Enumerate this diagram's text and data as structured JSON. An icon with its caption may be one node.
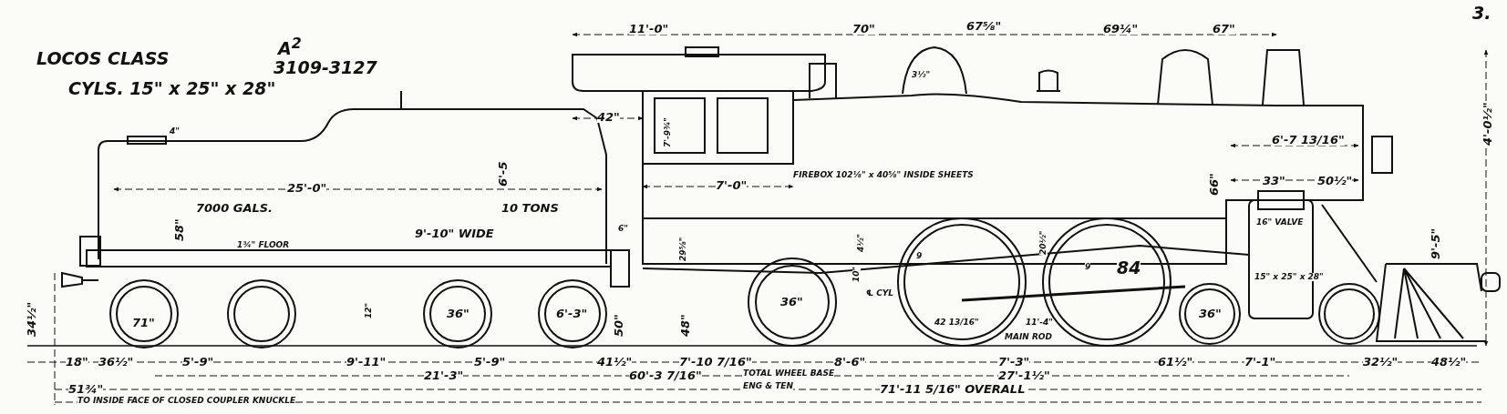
{
  "diagram": {
    "labels": [
      "LOCOS CLASS",
      "A$^{2}$",
      "3109-3127",
      "CYLS. 15\" x 25\" x 28\"",
      "3.",
      "11'-0\"",
      "70\"",
      "67⅝\"",
      "69¼\"",
      "67\"",
      "3½\"",
      "42\"",
      "7'-9¾\"",
      "4\"",
      "6'-5",
      "25'-0\"",
      "7000 GALS.",
      "10 TONS",
      "FIREBOX 102⅛\" x 40⅝\" INSIDE SHEETS",
      "7'-0\"",
      "6'-7 13/16\"",
      "66\"",
      "33\"",
      "50½\"",
      "4'-0½\"",
      "9'-5\"",
      "58\"",
      "9'-10\" WIDE",
      "1¾\" FLOOR",
      "6\"",
      "29⅝\"",
      "4½\"",
      "10\"",
      "20½\"",
      "9",
      "9",
      "℄ CYL",
      "16\" VALVE",
      "15\" x 25\" x 28\"",
      "12\"",
      "34½\"",
      "71\"",
      "36\"",
      "6'-3\"",
      "50\"",
      "48\"",
      "36\"",
      "42 13/16\"",
      "11'-4\"",
      "MAIN ROD",
      "84",
      "36\"",
      "18\"",
      "36½\"",
      "5'-9\"",
      "9'-11\"",
      "5'-9\"",
      "41½\"",
      "7'-10 7/16\"",
      "8'-6\"",
      "7'-3\"",
      "61½\"",
      "7'-1\"",
      "32½\"",
      "48½\"",
      "21'-3\"",
      "60'-3 7/16\"",
      "TOTAL WHEEL BASE",
      "27'-1½\"",
      "51¾\"",
      "ENG & TEN",
      "71'-11 5/16\" OVERALL",
      "TO INSIDE FACE OF CLOSED COUPLER KNUCKLE"
    ]
  }
}
